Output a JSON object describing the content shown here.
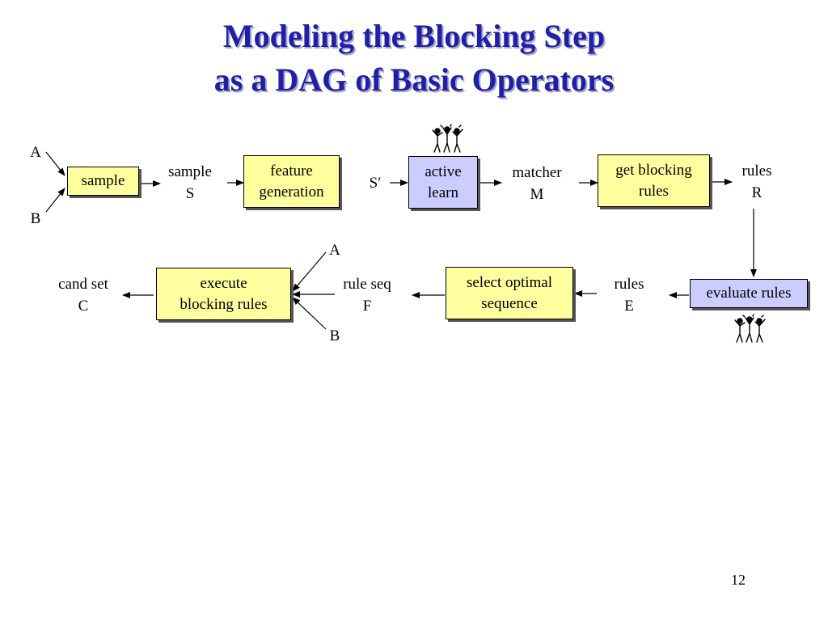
{
  "title": {
    "line1": "Modeling the Blocking Step",
    "line2": "as a DAG of Basic Operators"
  },
  "inputs": {
    "a_top": "A",
    "b_top": "B",
    "a_bottom": "A",
    "b_bottom": "B"
  },
  "boxes": {
    "sample": "sample",
    "feature_generation": [
      "feature",
      "generation"
    ],
    "active_learn": [
      "active",
      "learn"
    ],
    "get_blocking_rules": [
      "get blocking",
      "rules"
    ],
    "evaluate_rules": "evaluate rules",
    "select_optimal_sequence": [
      "select optimal",
      "sequence"
    ],
    "execute_blocking_rules": [
      "execute",
      "blocking rules"
    ]
  },
  "labels": {
    "sample_s": [
      "sample",
      "S"
    ],
    "s_prime": "S′",
    "matcher_m": [
      "matcher",
      "M"
    ],
    "rules_r": [
      "rules",
      "R"
    ],
    "rules_e": [
      "rules",
      "E"
    ],
    "rule_seq_f": [
      "rule seq",
      "F"
    ],
    "cand_set_c": [
      "cand set",
      "C"
    ]
  },
  "colors": {
    "title": "#1f1fa8",
    "operator_box": "#ffffa0",
    "human_box": "#ccccff"
  },
  "icons": [
    "people-icon",
    "people-icon"
  ],
  "page_number": "12"
}
